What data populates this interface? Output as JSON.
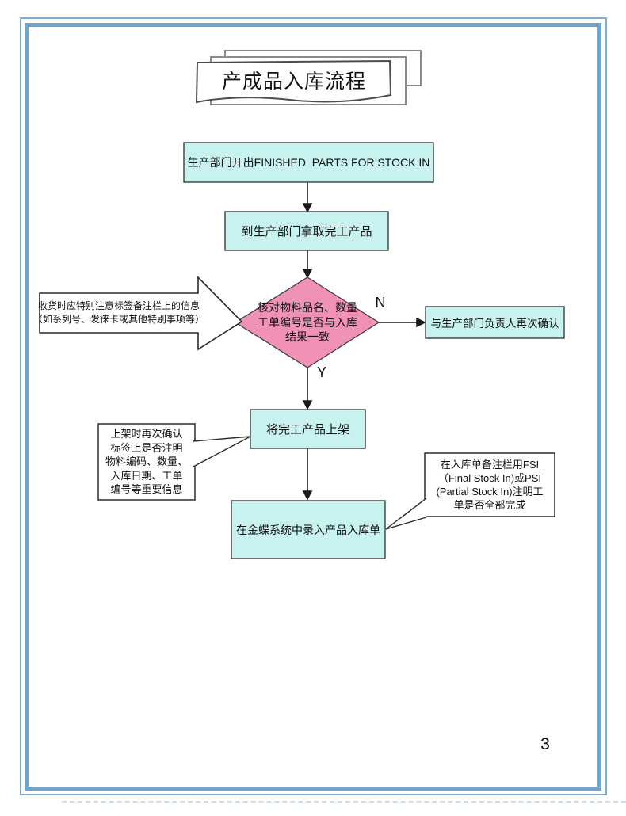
{
  "title": {
    "text": "产成品入库流程"
  },
  "flow": {
    "box1": "生产部门开出FINISHED  PARTS FOR STOCK IN",
    "box2": "到生产部门拿取完工产品",
    "decision": {
      "line1": "核对物料品名、数量",
      "line2": "工单编号是否与入库",
      "line3": "结果一致",
      "no_label": "N",
      "yes_label": "Y"
    },
    "no_box": "与生产部门负责人再次确认",
    "box3": "将完工产品上架",
    "box4": "在金蝶系统中录入产品入库单"
  },
  "callouts": {
    "receiving_note": {
      "line1": "收货时应特别注意标签备注栏上的信息",
      "line2": "（如系列号、发徕卡或其他特别事项等）"
    },
    "shelving_note": {
      "line1": "上架时再次确认",
      "line2": "标签上是否注明",
      "line3": "物料编码、数量、",
      "line4": "入库日期、工单",
      "line5": "编号等重要信息"
    },
    "fsi_note": {
      "line1": "在入库单备注栏用FSI",
      "line2": "（Final Stock In)或PSI",
      "line3": "(Partial Stock In)注明工",
      "line4": "单是否全部完成"
    }
  },
  "page": {
    "number": "3"
  },
  "colors": {
    "process_box_fill": "#c8f2f0",
    "decision_fill": "#f092b6",
    "frame_blue": "#6ea6cb",
    "line_color": "#1a1a1a"
  }
}
